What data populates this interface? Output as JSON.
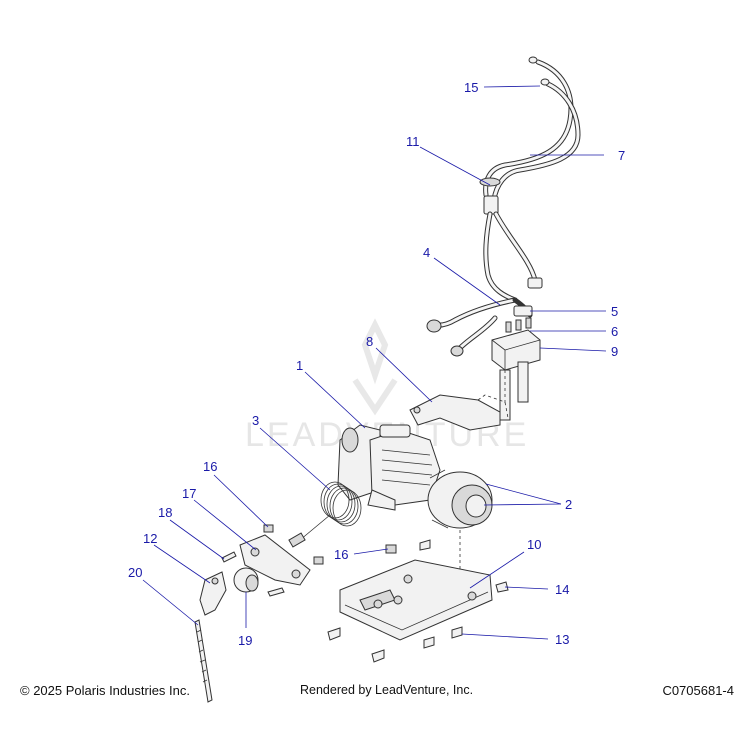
{
  "watermark": "LEADVENTURE",
  "callouts": {
    "c1": "1",
    "c2": "2",
    "c3": "3",
    "c4": "4",
    "c5": "5",
    "c6": "6",
    "c7": "7",
    "c8": "8",
    "c9": "9",
    "c10": "10",
    "c11": "11",
    "c12": "12",
    "c13": "13",
    "c14": "14",
    "c15": "15",
    "c16a": "16",
    "c16b": "16",
    "c17": "17",
    "c18": "18",
    "c19": "19",
    "c20": "20"
  },
  "footer": {
    "copyright": "© 2025 Polaris Industries Inc.",
    "rendered_by": "Rendered by LeadVenture, Inc.",
    "diagram_id": "C0705681-4"
  }
}
